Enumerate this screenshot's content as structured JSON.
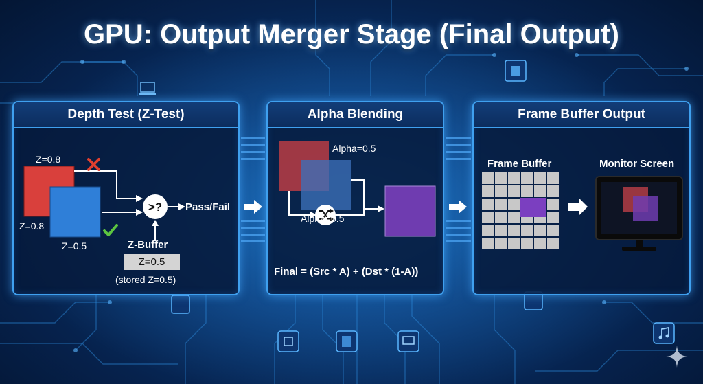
{
  "title": "GPU: Output Merger Stage (Final Output)",
  "depth_test": {
    "header": "Depth Test (Z-Test)",
    "top_label": "Z=0.8",
    "left_label": "Z=0.8",
    "bottom_label": "Z=0.5",
    "compare_symbol": ">?",
    "result_label": "Pass/Fail",
    "zbuffer_label": "Z-Buffer",
    "zbuffer_value": "Z=0.5",
    "stored_label": "(stored Z=0.5)",
    "colors": {
      "red_square": "#d9403c",
      "blue_square": "#2f7fd8",
      "fail": "#e0402f",
      "pass": "#5cc440"
    }
  },
  "alpha_blending": {
    "header": "Alpha Blending",
    "top_alpha": "Alpha=0.5",
    "bottom_alpha": "Alpha=0.5",
    "formula": "Final = (Src * A) + (Dst * (1-A))",
    "colors": {
      "src": "#a83a44",
      "dst": "#3c6fb8",
      "result": "#6f3cb0"
    }
  },
  "frame_buffer": {
    "header": "Frame Buffer Output",
    "buffer_label": "Frame Buffer",
    "monitor_label": "Monitor Screen",
    "colors": {
      "cell": "#c8c8c8",
      "highlight": "#7b3fc0"
    }
  },
  "icons": [
    "chip-icon",
    "monitor-icon",
    "laptop-icon",
    "music-note-icon",
    "network-icon",
    "sparkle-icon"
  ]
}
